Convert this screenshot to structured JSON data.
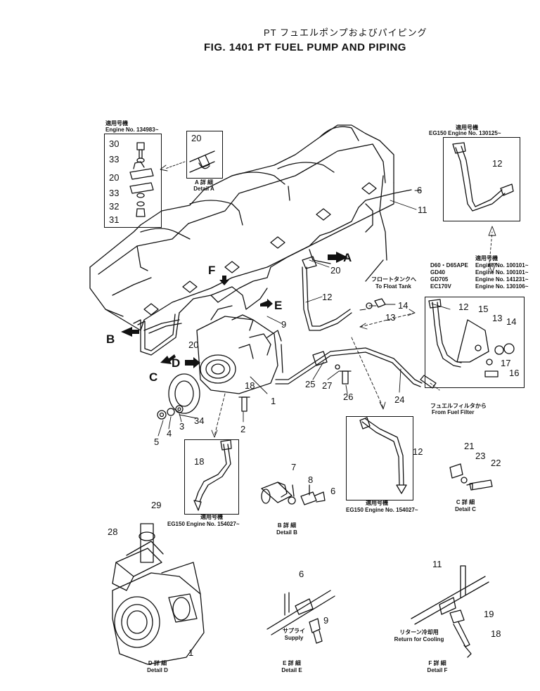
{
  "title": {
    "jp": "PT フュエルポンプおよびパイピング",
    "en": "FIG. 1401  PT FUEL PUMP AND PIPING"
  },
  "notes": {
    "serial_topleft": {
      "jp": "適用号機",
      "en": "Engine  No. 134983~"
    },
    "serial_topright": {
      "jp": "適用号機",
      "en": "EG150  Engine  No. 130125~"
    },
    "serial_mid": {
      "jp": "適用号機",
      "rows": [
        {
          "model": "D60・D65APE",
          "engine": "Engine  No.  100101~"
        },
        {
          "model": "GD40",
          "engine": "Engine  No.  100101~"
        },
        {
          "model": "GD705",
          "engine": "Engine  No.  141231~"
        },
        {
          "model": "EC170V",
          "engine": "Engine  No.  130106~"
        }
      ]
    },
    "serial_18": {
      "jp": "適用号機",
      "en": "EG150  Engine  No. 154027~"
    },
    "serial_12": {
      "jp": "適用号機",
      "en": "EG150  Engine  No. 154027~"
    },
    "float_tank": {
      "jp": "フロートタンクへ",
      "en": "To  Float  Tank"
    },
    "fuel_filter": {
      "jp": "フュエルフィルタから",
      "en": "From  Fuel  Filter"
    }
  },
  "details": {
    "a": {
      "jp": "A 詳 細",
      "en": "Detail  A"
    },
    "b": {
      "jp": "B 詳 細",
      "en": "Detail  B"
    },
    "c": {
      "jp": "C 詳 細",
      "en": "Detail  C"
    },
    "d": {
      "jp": "D 詳 細",
      "en": "Detail  D"
    },
    "e": {
      "jp": "E 詳 細",
      "en": "Detail  E"
    },
    "f": {
      "jp": "F 詳 細",
      "en": "Detail  F"
    }
  },
  "supply": {
    "jp": "サプライ",
    "en": "Supply"
  },
  "return_cooling": {
    "jp": "リターン冷却用",
    "en": "Return  for  Cooling"
  },
  "view_letters": {
    "a": "A",
    "b": "B",
    "c": "C",
    "d": "D",
    "e": "E",
    "f": "F"
  },
  "parts": {
    "p1": "1",
    "p2": "2",
    "p3": "3",
    "p4": "4",
    "p5": "5",
    "p6": "6",
    "p7": "7",
    "p8": "8",
    "p9": "9",
    "p11": "11",
    "p12": "12",
    "p13": "13",
    "p14": "14",
    "p15": "15",
    "p16": "16",
    "p17": "17",
    "p18": "18",
    "p19": "19",
    "p20": "20",
    "p21": "21",
    "p22": "22",
    "p23": "23",
    "p24": "24",
    "p25": "25",
    "p26": "26",
    "p27": "27",
    "p28": "28",
    "p29": "29",
    "p30": "30",
    "p31": "31",
    "p32": "32",
    "p33": "33",
    "p34": "34"
  }
}
